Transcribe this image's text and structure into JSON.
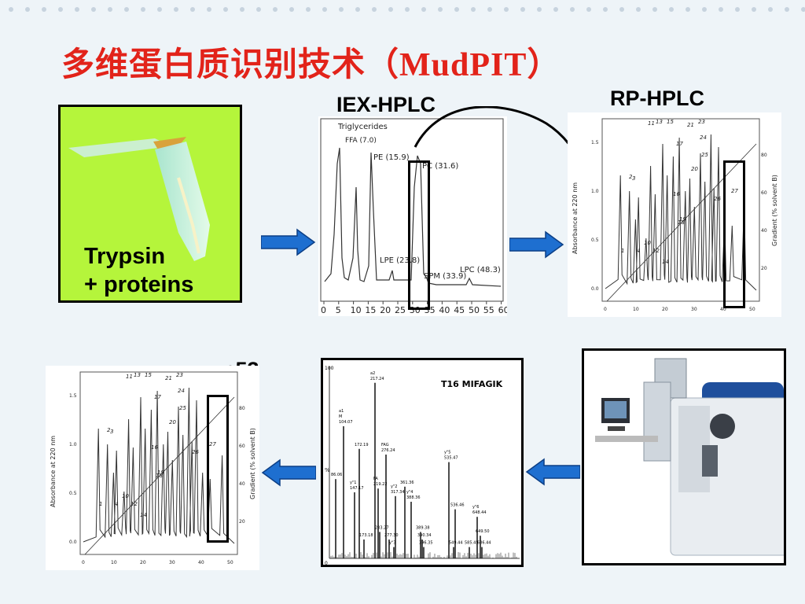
{
  "slide": {
    "title_cn": "多维蛋白质识别技术（",
    "title_latin": "MudPIT",
    "title_close": "）"
  },
  "labels": {
    "iex": "IEX-HPLC",
    "rp": "RP-HPLC",
    "p53": "p53"
  },
  "tube": {
    "line1": "Trypsin",
    "line2": "+ proteins"
  },
  "iex_chart": {
    "peak_labels": [
      "Triglycerides",
      "FFA (7.0)",
      "PE (15.9)",
      "PC (31.6)",
      "LPE (23.8)",
      "SPM (33.9)",
      "LPC (48.3)"
    ],
    "x_ticks": [
      "0",
      "5",
      "10",
      "15",
      "20",
      "25",
      "30",
      "35",
      "40",
      "45",
      "50",
      "55",
      "60"
    ]
  },
  "rp_chart": {
    "ylabel": "Absorbance at 220 nm",
    "y2label": "Gradient  (% solvent B)",
    "peak_numbers": [
      "1",
      "2",
      "3",
      "4",
      "10",
      "11",
      "12",
      "13",
      "14",
      "15",
      "16",
      "17",
      "18",
      "19",
      "20",
      "21",
      "23",
      "24",
      "25",
      "26",
      "27"
    ],
    "y_ticks": [
      "0.0",
      "0.5",
      "1.0",
      "1.5"
    ],
    "y2_ticks": [
      "20",
      "40",
      "60",
      "80"
    ],
    "x_ticks": [
      "0",
      "10",
      "20",
      "30",
      "40",
      "50"
    ]
  },
  "ms_chart": {
    "title": "T16 MIFAGIK",
    "y_top": "100",
    "y_mid": "%",
    "y_zero": "0",
    "peaks": [
      {
        "label": "a2\n217.24"
      },
      {
        "label": "a1\nM\n104.07"
      },
      {
        "label": "172.19"
      },
      {
        "label": "86.06"
      },
      {
        "label": "y\"1\n147.17"
      },
      {
        "label": "FAG\n276.24"
      },
      {
        "label": "FA\n219.22"
      },
      {
        "label": "y\"2\n317.34"
      },
      {
        "label": "361.36"
      },
      {
        "label": "y\"4\n388.36"
      },
      {
        "label": "y\"5\n535.47"
      },
      {
        "label": "536.46"
      },
      {
        "label": "y\"6\n648.44"
      },
      {
        "label": "649.50"
      },
      {
        "label": "686.44"
      },
      {
        "label": "173.18"
      },
      {
        "label": "233.27"
      },
      {
        "label": "277.30"
      },
      {
        "label": "y\"3"
      },
      {
        "label": "389.38"
      },
      {
        "label": "390.34"
      },
      {
        "label": "396.35"
      },
      {
        "label": "549.44"
      },
      {
        "label": "585.45"
      }
    ]
  },
  "colors": {
    "title": "#e2231a",
    "arrow": "#1e6fd0",
    "tube_bg": "#b5f53b"
  }
}
